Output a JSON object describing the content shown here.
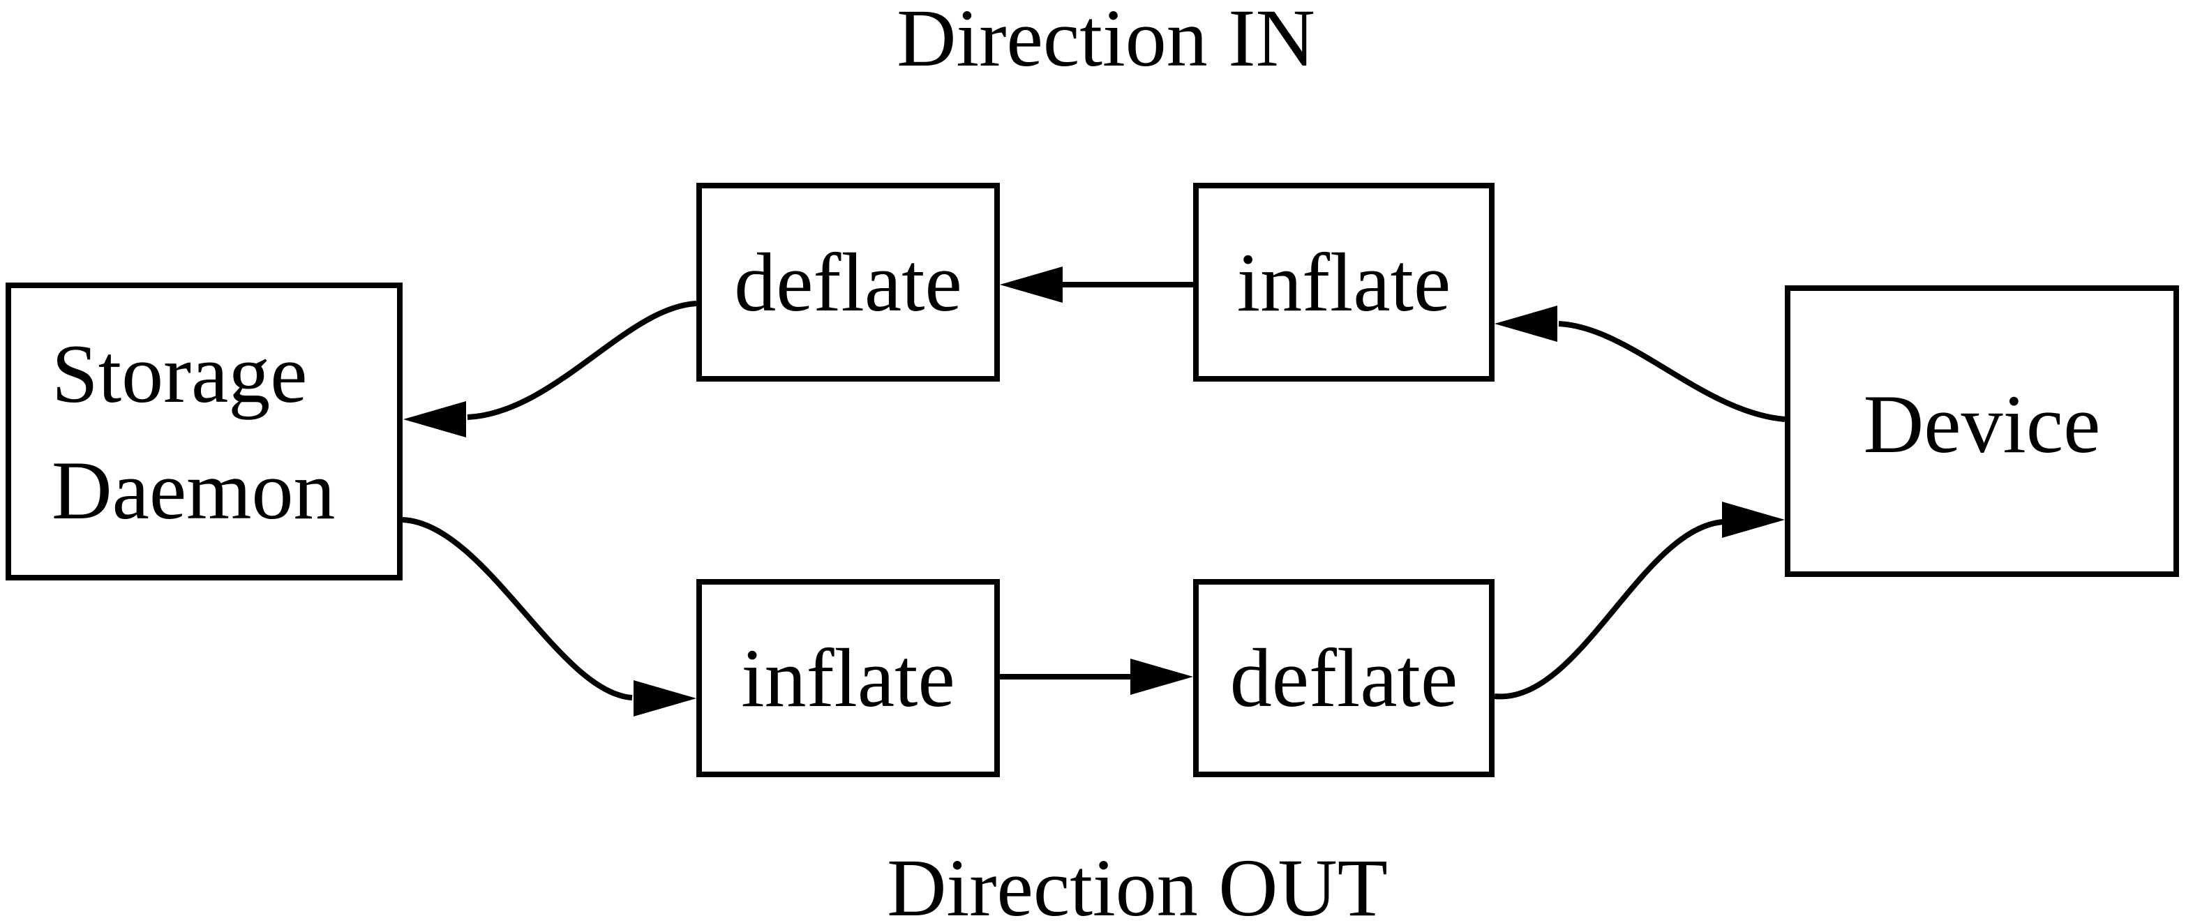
{
  "diagram": {
    "title_in": "Direction IN",
    "title_out": "Direction OUT",
    "nodes": {
      "storage_daemon": {
        "line1": "Storage",
        "line2": "Daemon"
      },
      "deflate_top": {
        "label": "deflate"
      },
      "inflate_top": {
        "label": "inflate"
      },
      "inflate_bottom": {
        "label": "inflate"
      },
      "deflate_bottom": {
        "label": "deflate"
      },
      "device": {
        "label": "Device"
      }
    },
    "edges": [
      {
        "from": "device",
        "to": "inflate_top",
        "direction": "IN"
      },
      {
        "from": "inflate_top",
        "to": "deflate_top",
        "direction": "IN"
      },
      {
        "from": "deflate_top",
        "to": "storage_daemon",
        "direction": "IN"
      },
      {
        "from": "storage_daemon",
        "to": "inflate_bottom",
        "direction": "OUT"
      },
      {
        "from": "inflate_bottom",
        "to": "deflate_bottom",
        "direction": "OUT"
      },
      {
        "from": "deflate_bottom",
        "to": "device",
        "direction": "OUT"
      }
    ],
    "colors": {
      "line": "#000000",
      "background": "#ffffff"
    }
  }
}
